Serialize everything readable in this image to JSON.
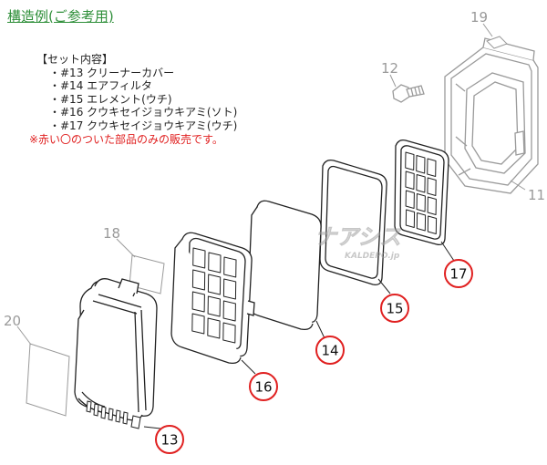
{
  "header": {
    "title": "構造例(ご参考用)"
  },
  "set_contents": {
    "heading": "【セット内容】",
    "items": [
      "・#13 クリーナーカバー",
      "・#14 エアフィルタ",
      "・#15 エレメント(ウチ)",
      "・#16 クウキセイジョウキアミ(ソト)",
      "・#17 クウキセイジョウキアミ(ウチ)"
    ],
    "note": "※赤い〇のついた部品のみの販売です。"
  },
  "callouts": {
    "gray": {
      "p11": "11",
      "p12": "12",
      "p18": "18",
      "p19": "19",
      "p20": "20"
    },
    "red": {
      "p13": "13",
      "p14": "14",
      "p15": "15",
      "p16": "16",
      "p17": "17"
    }
  },
  "watermark": {
    "logo": "ナアシス",
    "domain": "KALDEPO.jp"
  },
  "colors": {
    "title": "#2f8f3a",
    "note": "#e02020",
    "callout_ring": "#e02020",
    "line": "#222222",
    "gray": "#9a9a9a"
  }
}
